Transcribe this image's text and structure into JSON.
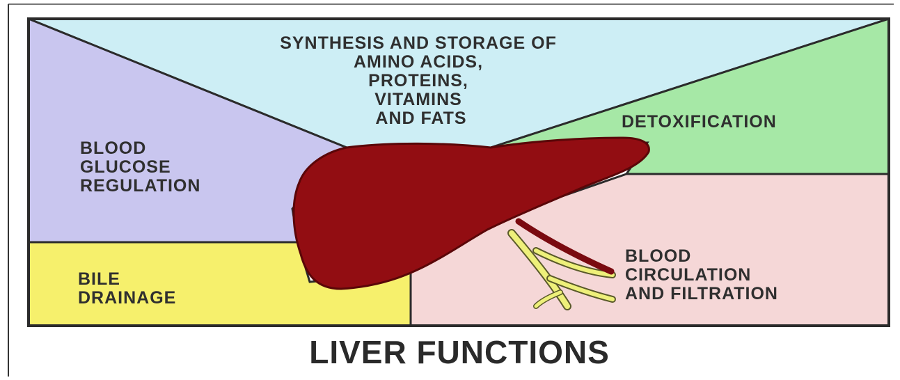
{
  "diagram": {
    "caption": "LIVER FUNCTIONS",
    "regions": {
      "top": {
        "label": "SYNTHESIS AND STORAGE OF AMINO ACIDS, PROTEINS, VITAMINS AND FATS",
        "lines": [
          "SYNTHESIS AND STORAGE OF",
          "AMINO ACIDS,",
          "PROTEINS,",
          "VITAMINS",
          "AND FATS"
        ],
        "color": "#cdeef5"
      },
      "left": {
        "label": "BLOOD GLUCOSE REGULATION",
        "lines": [
          "BLOOD",
          "GLUCOSE",
          "REGULATION"
        ],
        "color": "#c9c6ef"
      },
      "right": {
        "label": "DETOXIFICATION",
        "lines": [
          "DETOXIFICATION"
        ],
        "color": "#a6e8a6"
      },
      "bottom_left": {
        "label": "BILE DRAINAGE",
        "lines": [
          "BILE",
          "DRAINAGE"
        ],
        "color": "#f6f06c"
      },
      "bottom_right": {
        "label": "BLOOD CIRCULATION AND FILTRATION",
        "lines": [
          "BLOOD",
          "CIRCULATION",
          "AND FILTRATION"
        ],
        "color": "#f5d7d7"
      }
    },
    "colors": {
      "liver": "#920d12",
      "blood_vessel": "#7a0a10",
      "bile_duct": "#eef07a",
      "border": "#2b2b2b"
    }
  }
}
